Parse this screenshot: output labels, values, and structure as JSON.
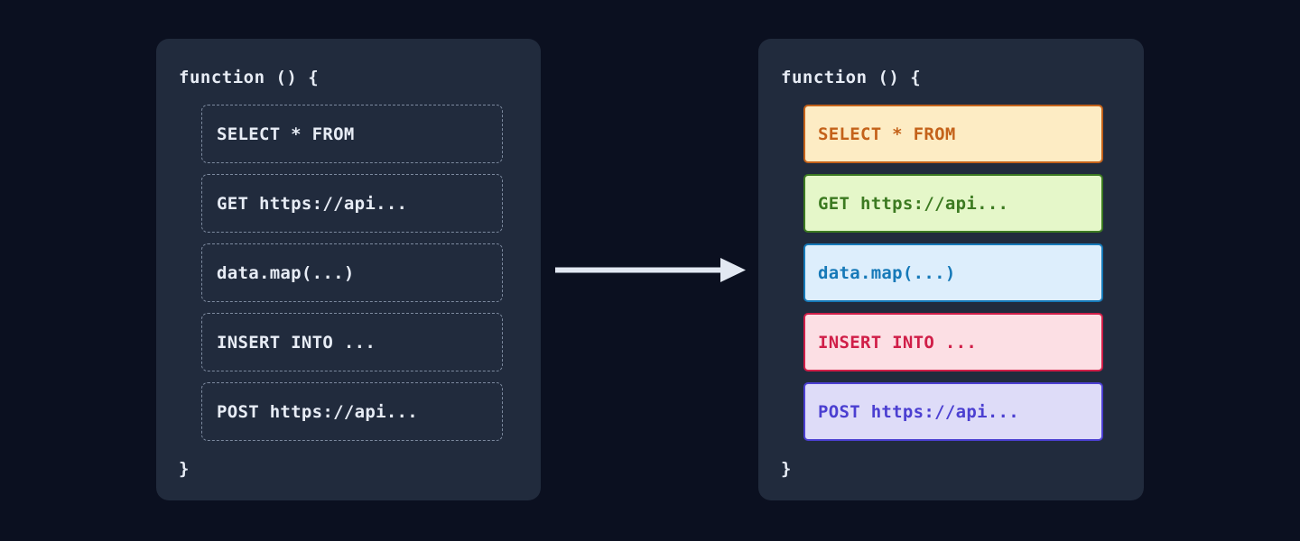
{
  "canvas": {
    "background_color": "#0b1020",
    "panel_color": "#212b3d"
  },
  "before_panel": {
    "name": "before",
    "header": "function () {",
    "footer": "}",
    "row_style": "dashed-outline",
    "row_border_color": "#7c899e",
    "row_text_color": "#e7ecf5",
    "rows": [
      {
        "label": "SELECT * FROM"
      },
      {
        "label": "GET https://api..."
      },
      {
        "label": "data.map(...)"
      },
      {
        "label": "INSERT INTO ..."
      },
      {
        "label": "POST https://api..."
      }
    ]
  },
  "after_panel": {
    "name": "after",
    "header": "function () {",
    "footer": "}",
    "row_style": "color-highlighted",
    "rows": [
      {
        "label": "SELECT * FROM",
        "kind": "sql-select",
        "fill": "#fdecc4",
        "border": "#c4621a",
        "text": "#c4621a"
      },
      {
        "label": "GET https://api...",
        "kind": "http-get",
        "fill": "#e5f7c9",
        "border": "#3c7a21",
        "text": "#3c7a21"
      },
      {
        "label": "data.map(...)",
        "kind": "data-transform",
        "fill": "#ddeefc",
        "border": "#1679b8",
        "text": "#1679b8"
      },
      {
        "label": "INSERT INTO ...",
        "kind": "sql-insert",
        "fill": "#fcdfe4",
        "border": "#d01e48",
        "text": "#d01e48"
      },
      {
        "label": "POST https://api...",
        "kind": "http-post",
        "fill": "#dedcf8",
        "border": "#4b3fd1",
        "text": "#4b3fd1"
      }
    ]
  },
  "arrow": {
    "name": "transformation-arrow",
    "color": "#e2e8f2",
    "direction": "right"
  }
}
